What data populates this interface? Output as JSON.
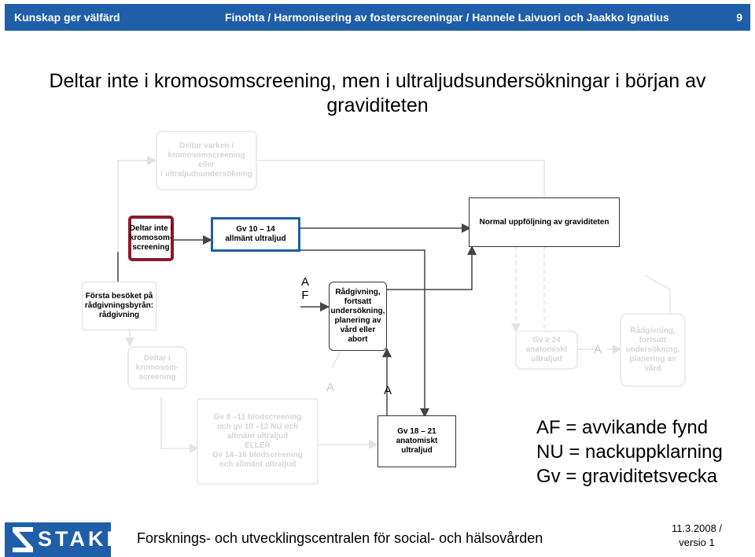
{
  "header": {
    "left": "Kunskap ger välfärd",
    "middle": "Finohta / Harmonisering av fosterscreeningar / Hannele Laivuori och Jaakko Ignatius",
    "page_number": "9"
  },
  "title": "Deltar inte i kromosomscreening, men i ultraljudsundersökningar i början av graviditeten",
  "boxes": {
    "deltar_varken": [
      "Deltar varken i",
      "kromosomscreening",
      "eller",
      "i ultraljudsundersökning"
    ],
    "deltar_inte": [
      "Deltar inte i",
      "kromosom-",
      "screening"
    ],
    "gv_10_14": [
      "Gv 10 – 14",
      "allmänt ultraljud"
    ],
    "normal": [
      "Normal uppföljning av graviditeten"
    ],
    "forsta_besoket": [
      "Första besöket på",
      "rådgivningsbyrån:",
      "rådgivning"
    ],
    "deltar_inte_faded": [
      "Deltar i",
      "kromosom-",
      "screening"
    ],
    "radgivning_abort": [
      "Rådgivning,",
      "fortsatt",
      "undersökning,",
      "planering av",
      "vård eller",
      "abort"
    ],
    "gv_24": [
      "Gv ≥ 24",
      "anatomiskt",
      "ultraljud"
    ],
    "radgivning_vard": [
      "Rådgivning,",
      "fortsatt",
      "undersökning,",
      "planering av",
      "vård"
    ],
    "gv_8_11": [
      "Gv 8 –11 blodscreening",
      "och gv 10 –12 NU och",
      "allmänt ultraljud",
      "ELLER",
      "Gv 14–16 blodscreening",
      "och allmänt ultraljud"
    ],
    "gv_18_21": [
      "Gv 18 – 21",
      "anatomiskt",
      "ultraljud"
    ]
  },
  "flow_labels": {
    "af_line1": "A",
    "af_line2": "F",
    "a_bottom_left": "A",
    "a_bottom_right": "A",
    "a_right": "A"
  },
  "legend": [
    "AF = avvikande fynd",
    "NU = nackuppklarning",
    "Gv = graviditetsvecka"
  ],
  "footer": {
    "logo_text": "STAKES",
    "organization": "Forsknings- och utvecklingscentralen för social- och hälsovården",
    "date_line1": "11.3.2008 /",
    "date_line2": "versio 1"
  },
  "colors": {
    "header_blue": "#1f5ea8",
    "highlight_border": "#8b1a2b",
    "active_border": "#1f5ea8",
    "faded_text": "#d5d5d5"
  }
}
